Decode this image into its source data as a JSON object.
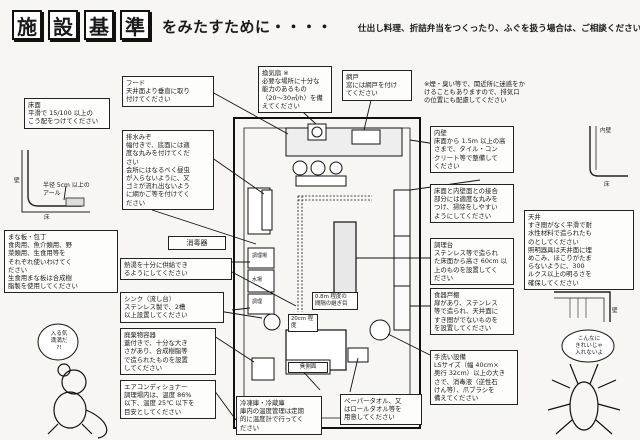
{
  "title": {
    "chars": [
      "施",
      "設",
      "基",
      "準"
    ],
    "suffix": "をみたすために・・・・"
  },
  "intro": "仕出し料理、折詰弁当をつくったり、ふぐを扱う場合は、ご相談ください。",
  "boxes": {
    "floor": "床面\n平滑で 15/100 以上の\nこう配をつけてください",
    "hood": "フード\n天井面より垂直に取り\n付けてください",
    "ventilation": "換気扇 ※\n必要な場所に十分な\n能力のあるもの\n（20～30㎥/h）を備\nえてください",
    "screen": "網戸\n窓には網戸を付け\nてください",
    "gutter": "排水みぞ\n幅付きで、底面には適\n度な丸みを付けてくだ\nさい\n会所にはなるべく昼虫\nが入らないように、又\nゴミが流れ出ないよう\nに網かご等を付けてく\nださい",
    "ceiling_note": "※煙・臭い等で、関近所に迷惑をか\nけることもありますので、排気口\nの位置にも配慮してください",
    "interior_wall": "内壁\n床面から 1.5m 以上の高\nさまで、タイル・コン\nクリート等で整備して\nください",
    "junction": "床面と内壁面との接合\n部分には適度な丸みを\nつけ、掃除をしやすい\nようにしてください",
    "cutting_board": "まな板・包丁\n食肉用、魚介類用、野\n菜類用、生食用等を\nそれぞれ使いわけてく\nださい\n生食用まな板は合成樹\n脂製を使用してください",
    "sterilizer": "消毒器",
    "cooking_table": "調理台\nステンレス等で造られ\nた床面から高さ 60cm 以\n上のものを設置してく\nださい",
    "water_supply": "熱湯を十分に供給でき\nるようにしてください",
    "ceiling": "天井\nすき間がなく平滑で耐\n水性材料で造られたも\nのとしてください\n照明器具は天井面に埋\nめこみ、ほこりがたま\nらないように、300\nルクス以上の明るさを\n確保してください",
    "sink": "シンク（流し台）\nステンレス製で、2槽\n以上設置してください",
    "shelf": "食器戸棚\n扉があり、ステンレス\n等で造られ、天井面に\nすき間がでないものを\nを設置してください",
    "waste": "廃棄物容器\n蓋付きで、十分な大き\nさがあり、合成樹脂等\nで造られたものを設置\nしてください",
    "aircon": "エアコンディショナー\n調理場内は、温度 86%\n以下、温度 25℃ 以下を\n目安としてください",
    "fridge": "冷凍庫・冷蔵庫\n庫内の温度管理は定期\n的に温度計で行ってく\nださい",
    "towel": "ペーパータオル、又\nはロールタオル等を\n用意してください",
    "handwash": "手洗い設備\nLSサイズ（幅 40cm×\n奥行 32cm）以上の大き\nさで、消毒液（逆性石\nけん等）、爪ブラシを\n備えてください"
  },
  "diagram": {
    "half_circle": "半径 5cm 以上の\nアール",
    "floor_label": "床",
    "wall_label": "壁",
    "inner_wall_label": "内壁",
    "inner_floor_label": "床",
    "ceiling_label": "天井",
    "ceiling_wall_label": "壁",
    "seam_label": "0.8m 程度の\n間隔の継ぎ目",
    "drain_label": "20cm 程度",
    "plumbing_label": "臭側面",
    "side_label_a": "調理場",
    "side_label_b": "水場",
    "side_label_c": "調理",
    "bubble_mouse": "入る気\n満満だ\n?!",
    "bubble_roach": "こんなに\nきれいじゃ\n入れないよ"
  }
}
